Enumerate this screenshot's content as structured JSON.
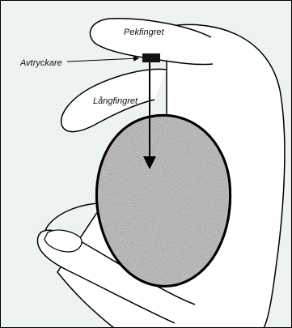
{
  "labels": {
    "pekfingret": "Pekfingret",
    "avtryckare": "Avtryckare",
    "langfingret": "Långfingret"
  },
  "colors": {
    "background": "#edf2f3",
    "hand_fill": "#ffffff",
    "outline": "#000000",
    "object_fill": "#9a9a9a",
    "trigger": "#111111"
  },
  "icons": {
    "arrow": "arrow-right-icon",
    "arrow_down": "arrow-down-icon"
  }
}
